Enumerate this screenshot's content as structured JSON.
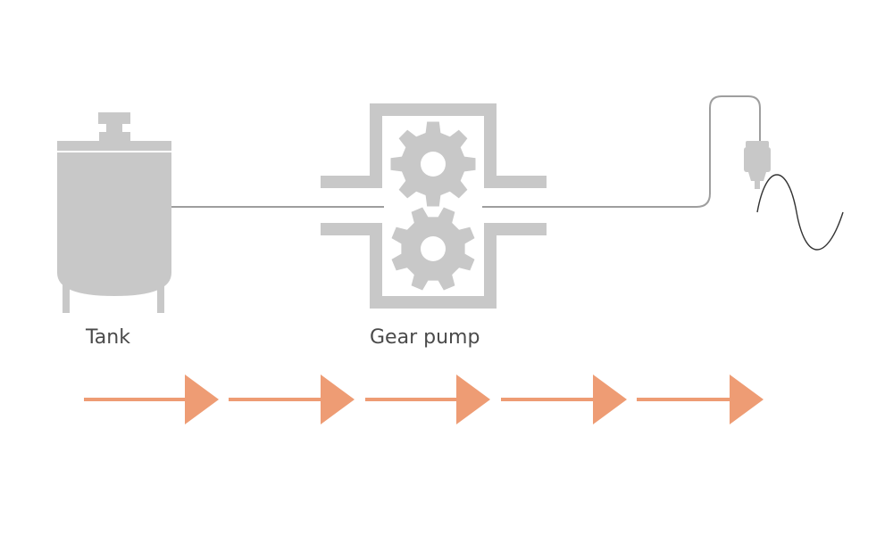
{
  "labels": {
    "tank": "Tank",
    "gear_pump": "Gear pump"
  },
  "colors": {
    "equipment": "#c8c8c8",
    "line": "#9e9e9e",
    "arrow": "#ee9c74",
    "text": "#4a4a4a"
  },
  "flow_arrows": {
    "count": 5,
    "direction": "right"
  }
}
